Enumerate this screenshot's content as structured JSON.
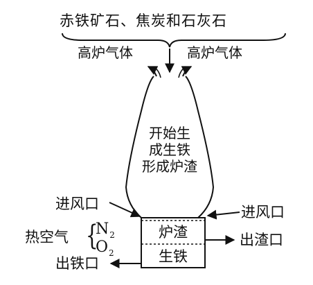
{
  "raw_materials": "赤铁矿石、焦炭和石灰石",
  "top_gas_left": "高炉气体",
  "top_gas_right": "高炉气体",
  "reaction_zone": {
    "line1": "开始生",
    "line2": "成生铁",
    "line3": "形成炉渣"
  },
  "air_inlet_left": "进风口",
  "air_inlet_right": "进风口",
  "hot_air": {
    "label": "热空气",
    "components": [
      {
        "symbol": "N",
        "subscript": "2"
      },
      {
        "symbol": "O",
        "subscript": "2"
      }
    ]
  },
  "slag_layer": "炉渣",
  "iron_layer": "生铁",
  "slag_outlet": "出渣口",
  "iron_outlet": "出铁口"
}
